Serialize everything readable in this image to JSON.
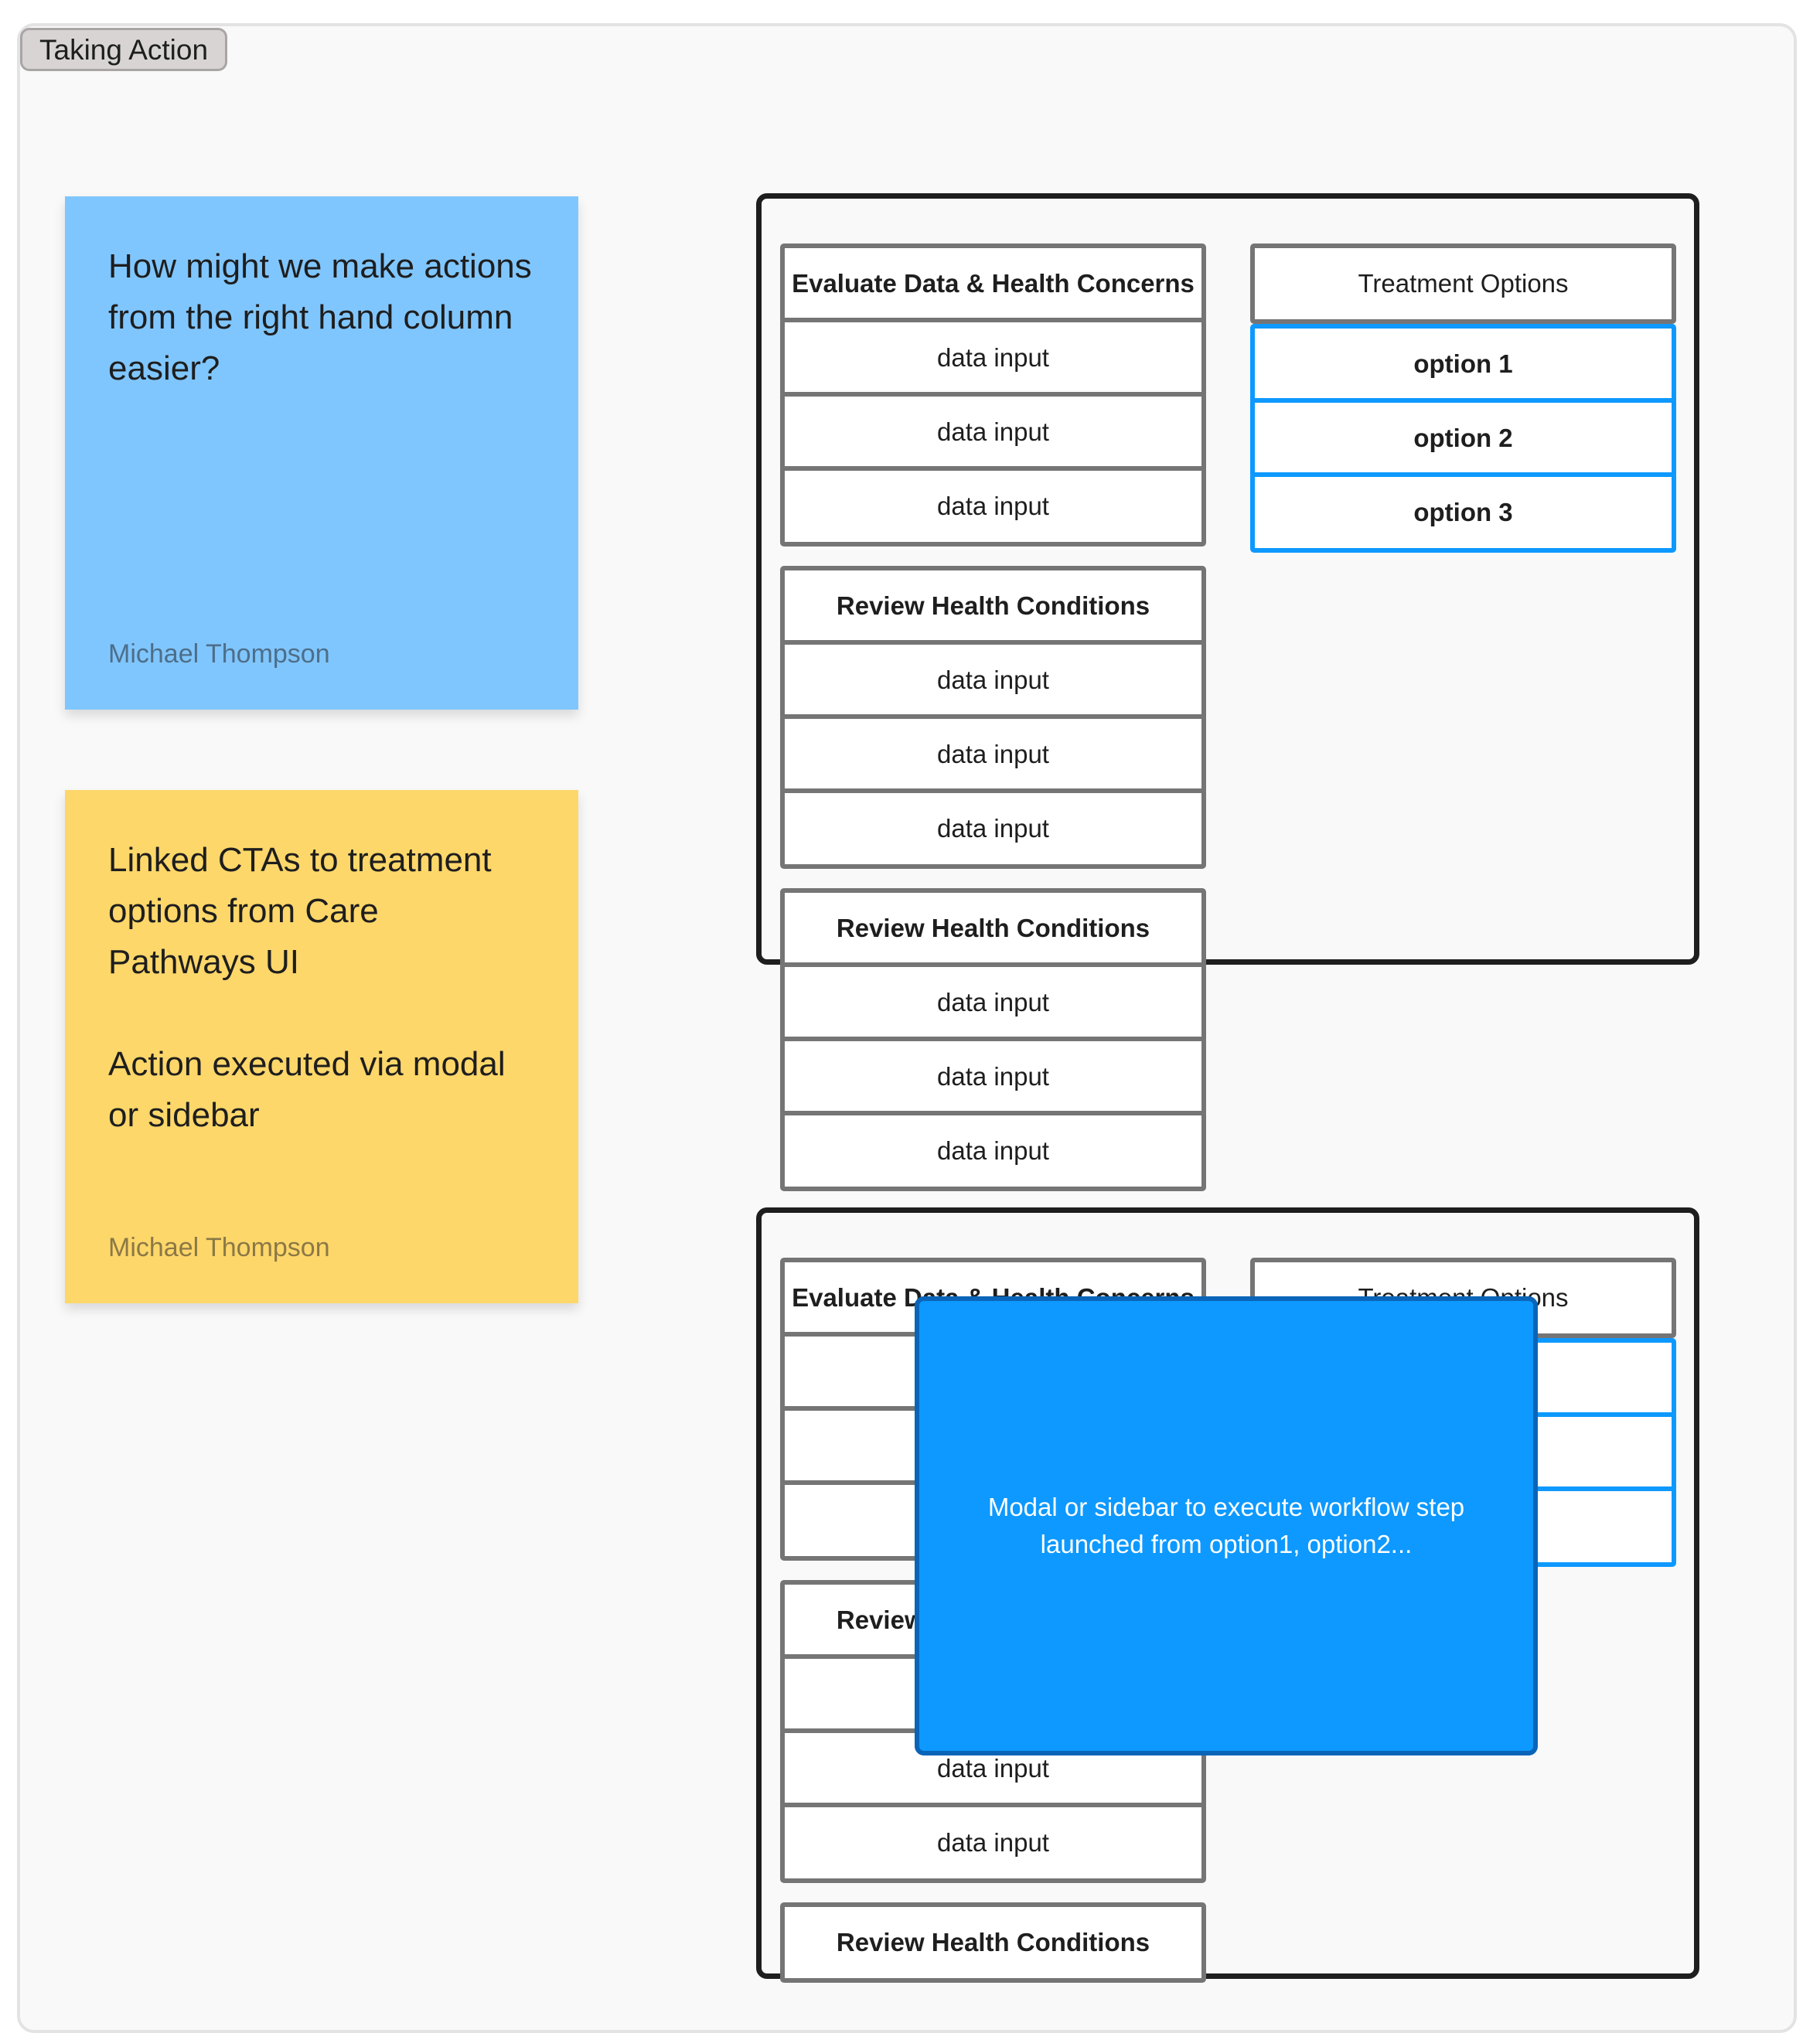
{
  "frame": {
    "label": "Taking Action"
  },
  "stickies": [
    {
      "text": "How might we make actions from the right hand column easier?",
      "author": "Michael Thompson",
      "color": "#80c6fe"
    },
    {
      "text": "Linked CTAs to treatment options from Care Pathways UI\n\nAction executed via modal or sidebar",
      "author": "Michael Thompson",
      "color": "#fdd76a"
    }
  ],
  "wireframe_top": {
    "left_sections": [
      {
        "title": "Evaluate Data & Health Concerns",
        "rows": [
          "data input",
          "data input",
          "data input"
        ]
      },
      {
        "title": "Review Health Conditions",
        "rows": [
          "data input",
          "data input",
          "data input"
        ]
      },
      {
        "title": "Review Health Conditions",
        "rows": [
          "data input",
          "data input",
          "data input"
        ]
      }
    ],
    "right_title": "Treatment Options",
    "options": [
      "option 1",
      "option 2",
      "option 3"
    ]
  },
  "wireframe_bottom": {
    "left_sections": [
      {
        "title": "Evaluate Data & Health Concerns",
        "rows": [
          "",
          "",
          ""
        ]
      },
      {
        "title": "Review Health Conditions",
        "rows": [
          "",
          "data input",
          "data input"
        ]
      },
      {
        "title": "Review Health Conditions",
        "rows": []
      }
    ],
    "right_title": "Treatment Options",
    "options": [
      "",
      "",
      ""
    ],
    "modal_text": "Modal or sidebar to execute workflow step launched from option1, option2..."
  },
  "colors": {
    "option_border": "#0d99ff",
    "modal_fill": "#0d99ff",
    "cell_border": "#757575",
    "group_border": "#1e1e1e"
  }
}
